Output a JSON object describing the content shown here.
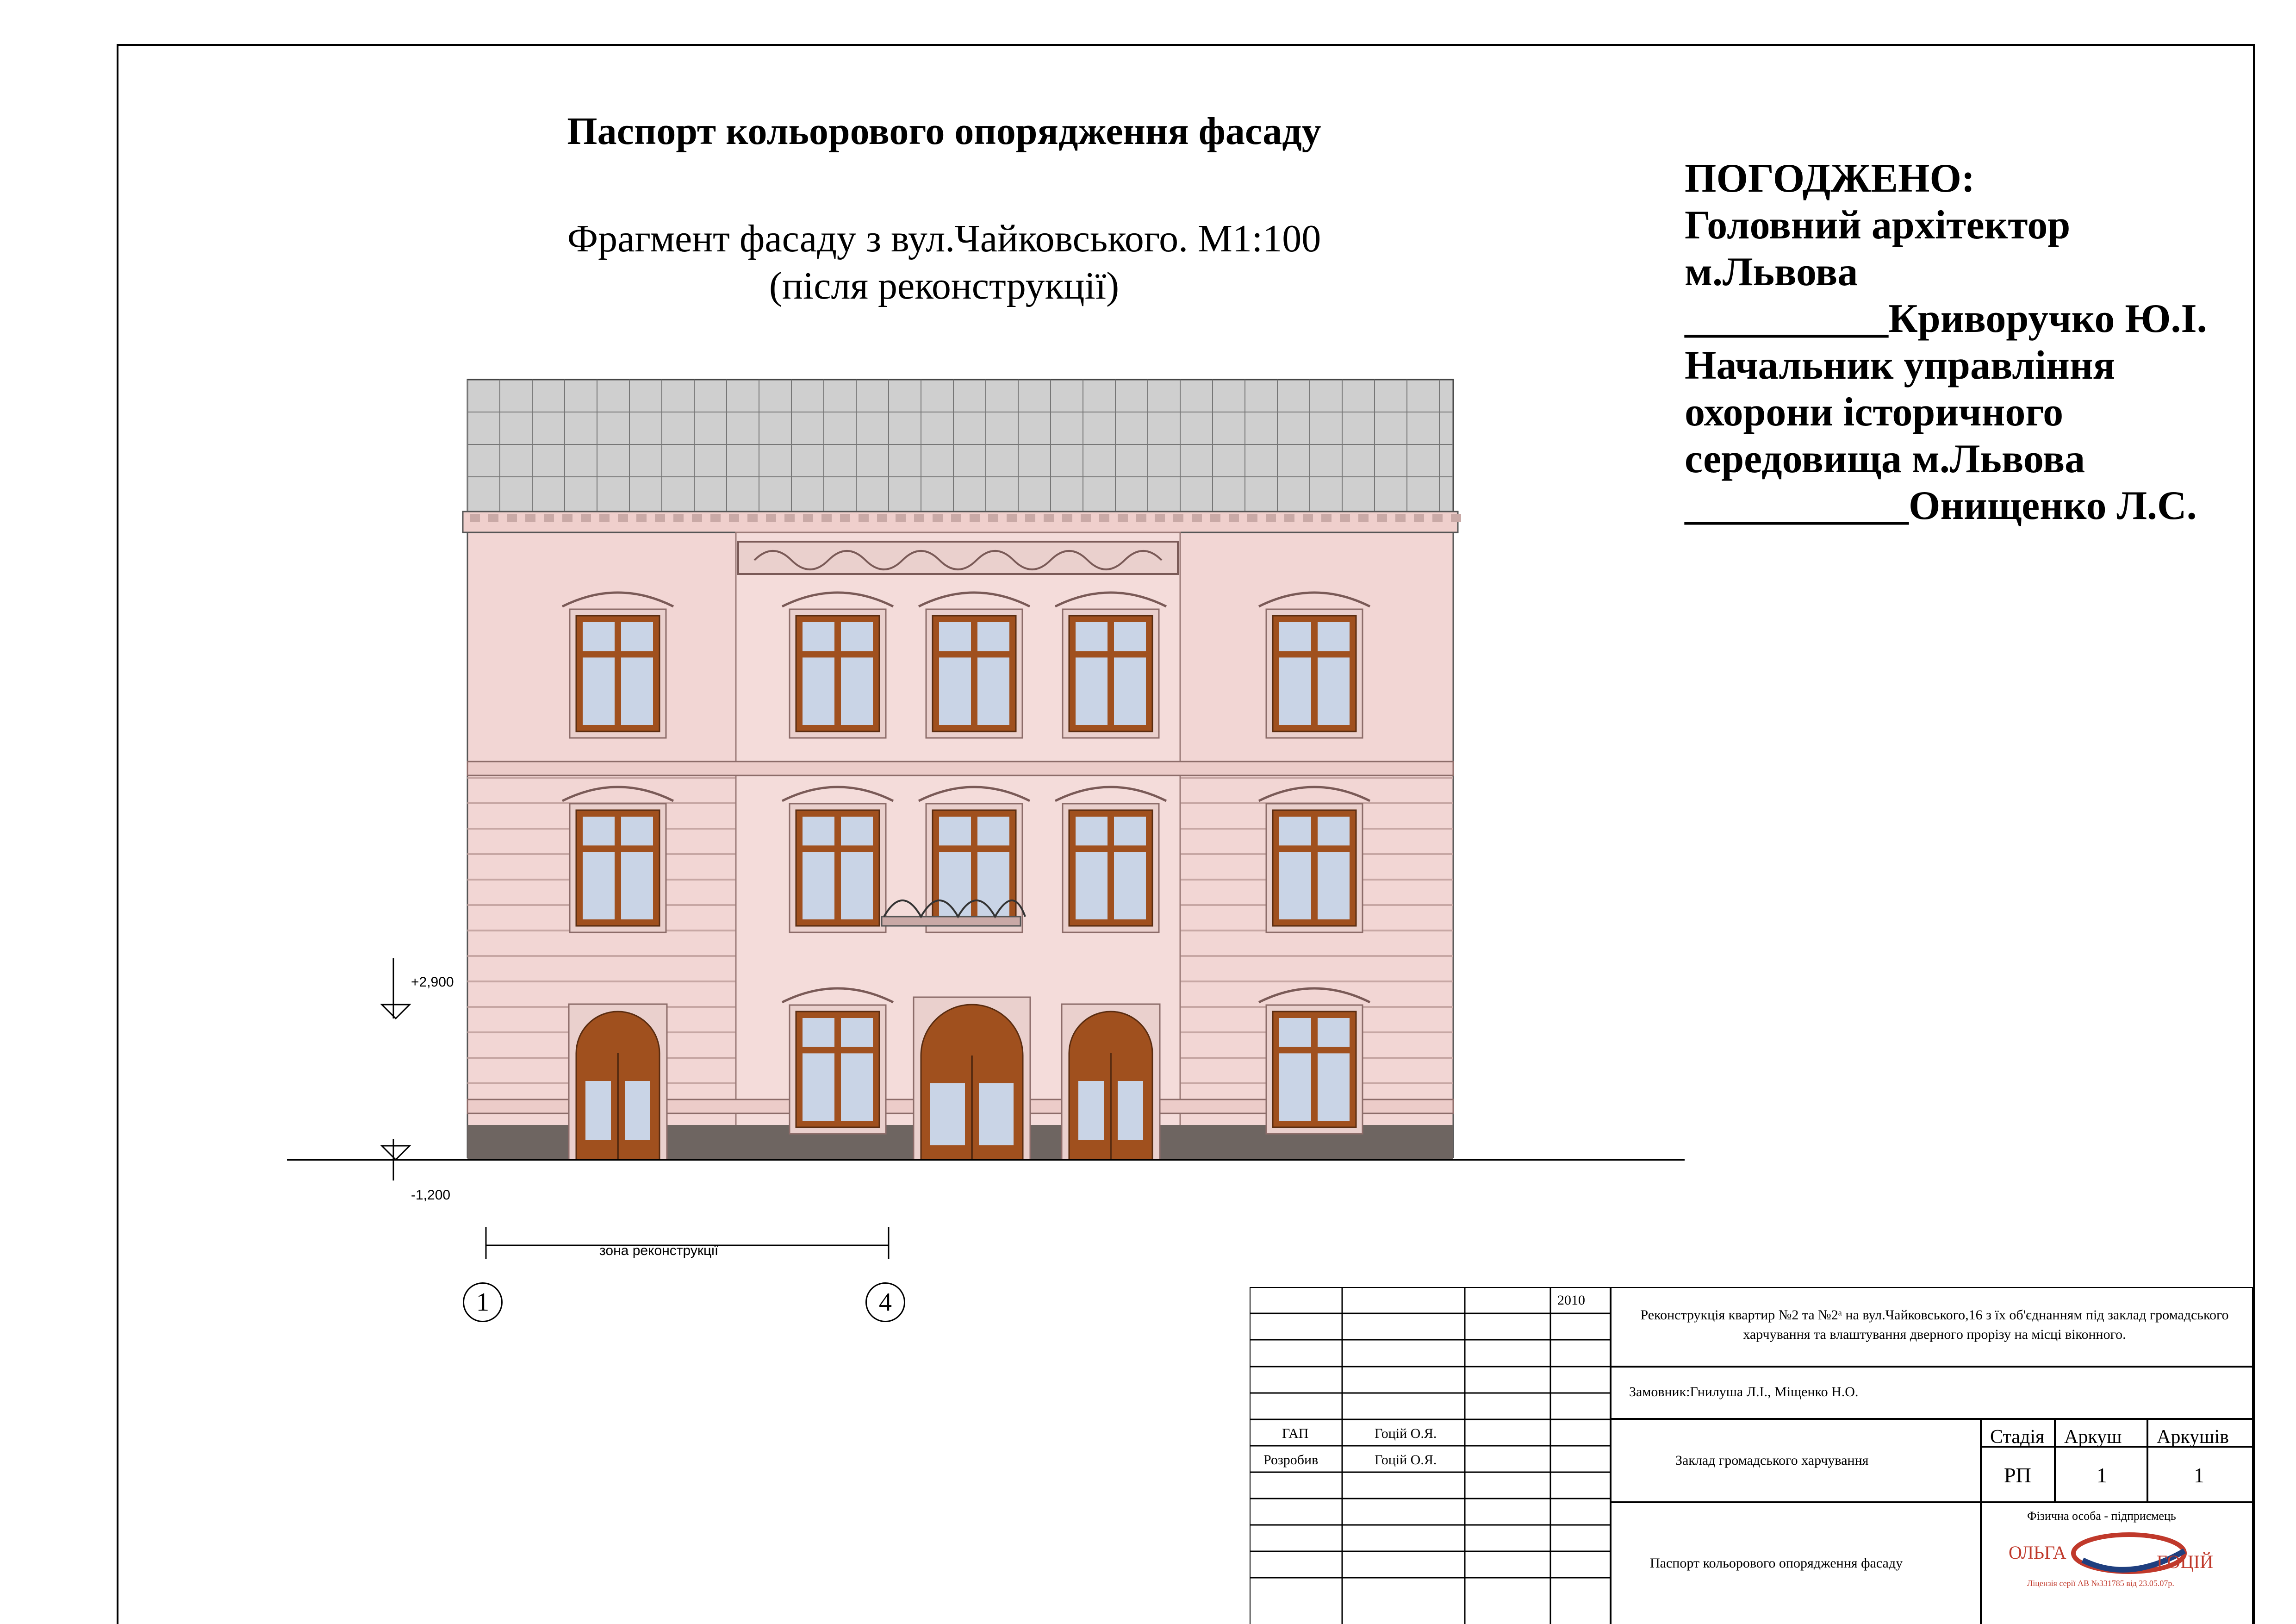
{
  "title": "Паспорт кольорового опорядження фасаду",
  "subtitle": {
    "line1": "Фрагмент фасаду з вул.Чайковського. М1:100",
    "line2": "(після реконструкції)"
  },
  "approval": {
    "heading": "ПОГОДЖЕНО:",
    "line1": "Головний архітектор",
    "line2": "м.Львова",
    "line3": "__________Криворучко Ю.І.",
    "line4": "Начальник управління",
    "line5": "охорони історичного",
    "line6": "середовища м.Львова",
    "line7": "___________Онищенко Л.С."
  },
  "levels": {
    "upper": "+2,900",
    "lower": "-1,200"
  },
  "axes": {
    "zone_label": "зона реконструкції",
    "left": "1",
    "right": "4"
  },
  "title_block": {
    "year": "2010",
    "project": "Реконструкція квартир №2 та №2ᵃ на вул.Чайковського,16 з їх об'єднанням під заклад громадського харчування та влаштування дверного прорізу на місці віконного.",
    "client": "Замовник:Гнилуша Л.І., Міщенко Н.О.",
    "gap_label": "ГАП",
    "gap_name": "Гоцій О.Я.",
    "dev_label": "Розробив",
    "dev_name": "Гоцій О.Я.",
    "object": "Заклад громадського харчування",
    "sheet_title": "Паспорт кольорового опорядження фасаду",
    "stage_label": "Стадія",
    "sheet_label": "Аркуш",
    "sheets_label": "Аркушів",
    "stage": "РП",
    "sheet": "1",
    "sheets": "1",
    "company_top": "Фізична особа - підприємець",
    "company_left": "ОЛЬГА",
    "company_right": "ГОЦІЙ",
    "license": "Ліцензія серії АВ №331785 від 23.05.07р."
  },
  "colors": {
    "wall": "#f2d6d4",
    "roof": "#cfcfcf",
    "plinth": "#6e6561",
    "wood": "#a0501e",
    "glass": "#c9d4e6"
  }
}
